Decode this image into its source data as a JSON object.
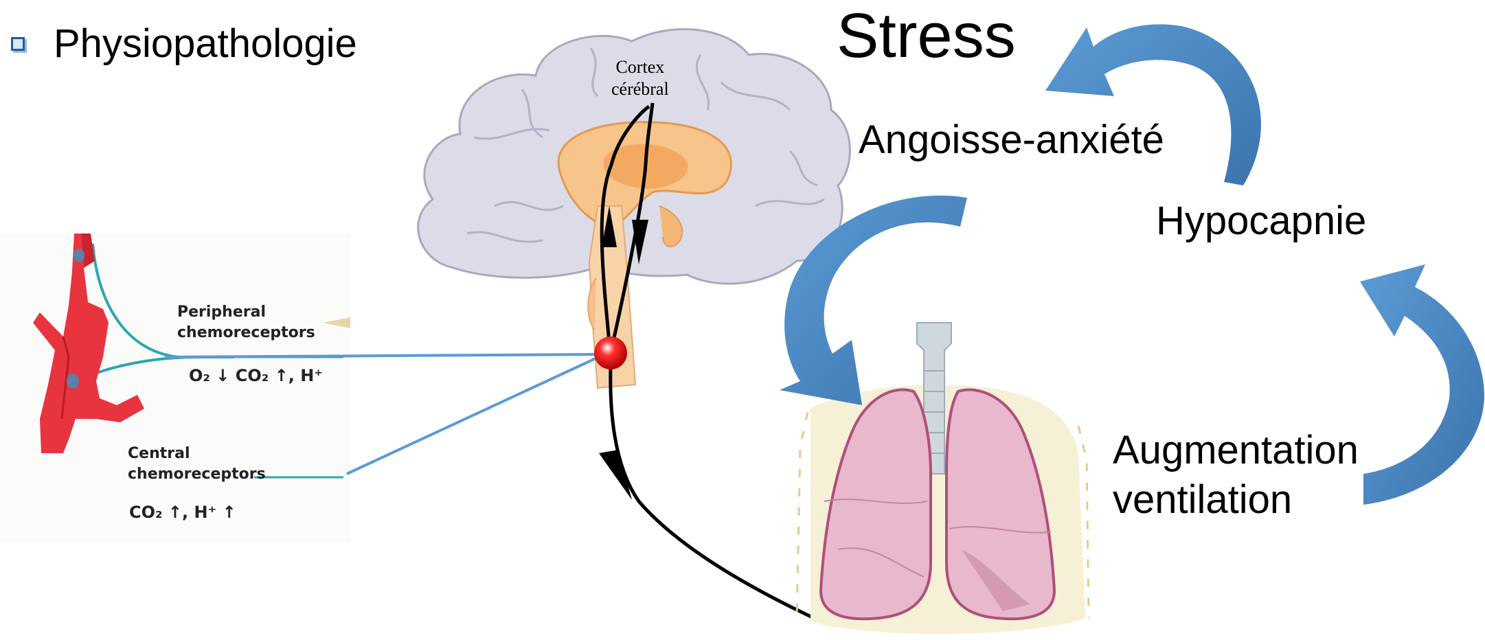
{
  "header": {
    "bullet_icon": "square-bullet-icon",
    "title": "Physiopathologie"
  },
  "cycle": {
    "stress": "Stress",
    "angoisse": "Angoisse-anxiété",
    "hypocapnie": "Hypocapnie",
    "augmentation_line1": "Augmentation",
    "augmentation_line2": "ventilation",
    "arrow_color": "#4f8ccb"
  },
  "brain": {
    "label_line1": "Cortex",
    "label_line2": "cérébral"
  },
  "chemoreceptors": {
    "peripheral_line1": "Peripheral",
    "peripheral_line2": "chemoreceptors",
    "peripheral_stimuli": "O₂ ↓  CO₂  ↑, H⁺",
    "central_line1": "Central",
    "central_line2": "chemoreceptors",
    "central_stimuli": "CO₂ ↑, H⁺ ↑"
  },
  "colors": {
    "bullet": "#1c5aa8",
    "connector_line": "#5b9bd5",
    "brain_gray": "#d9d8e6",
    "brain_orange": "#f7c48a",
    "lung_pink": "#e8b8cc",
    "aorta_red": "#e8343f",
    "nerve_node": "#e60000"
  }
}
